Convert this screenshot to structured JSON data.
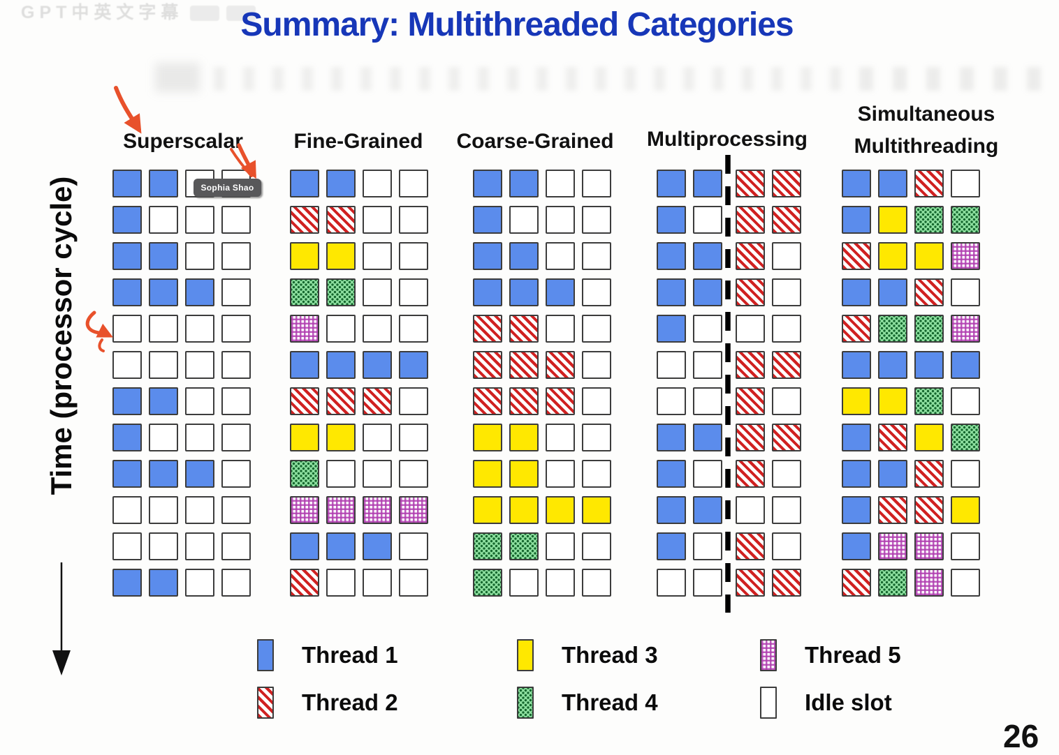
{
  "title": "Summary: Multithreaded Categories",
  "watermark": "GPT中英文字幕",
  "time_axis": {
    "label": "Time (processor cycle)"
  },
  "tooltip": {
    "text": "Sophia Shao"
  },
  "page_number": "26",
  "machines": [
    {
      "id": "superscalar",
      "label": "Superscalar",
      "grid": [
        [
          "T1",
          "T1",
          "I",
          "I"
        ],
        [
          "T1",
          "I",
          "I",
          "I"
        ],
        [
          "T1",
          "T1",
          "I",
          "I"
        ],
        [
          "T1",
          "T1",
          "T1",
          "I"
        ],
        [
          "I",
          "I",
          "I",
          "I"
        ],
        [
          "I",
          "I",
          "I",
          "I"
        ],
        [
          "T1",
          "T1",
          "I",
          "I"
        ],
        [
          "T1",
          "I",
          "I",
          "I"
        ],
        [
          "T1",
          "T1",
          "T1",
          "I"
        ],
        [
          "I",
          "I",
          "I",
          "I"
        ],
        [
          "I",
          "I",
          "I",
          "I"
        ],
        [
          "T1",
          "T1",
          "I",
          "I"
        ]
      ]
    },
    {
      "id": "fine-grained",
      "label": "Fine-Grained",
      "grid": [
        [
          "T1",
          "T1",
          "I",
          "I"
        ],
        [
          "T2",
          "T2",
          "I",
          "I"
        ],
        [
          "T3",
          "T3",
          "I",
          "I"
        ],
        [
          "T4",
          "T4",
          "I",
          "I"
        ],
        [
          "T5",
          "I",
          "I",
          "I"
        ],
        [
          "T1",
          "T1",
          "T1",
          "T1"
        ],
        [
          "T2",
          "T2",
          "T2",
          "I"
        ],
        [
          "T3",
          "T3",
          "I",
          "I"
        ],
        [
          "T4",
          "I",
          "I",
          "I"
        ],
        [
          "T5",
          "T5",
          "T5",
          "T5"
        ],
        [
          "T1",
          "T1",
          "T1",
          "I"
        ],
        [
          "T2",
          "I",
          "I",
          "I"
        ]
      ]
    },
    {
      "id": "coarse-grained",
      "label": "Coarse-Grained",
      "grid": [
        [
          "T1",
          "T1",
          "I",
          "I"
        ],
        [
          "T1",
          "I",
          "I",
          "I"
        ],
        [
          "T1",
          "T1",
          "I",
          "I"
        ],
        [
          "T1",
          "T1",
          "T1",
          "I"
        ],
        [
          "T2",
          "T2",
          "I",
          "I"
        ],
        [
          "T2",
          "T2",
          "T2",
          "I"
        ],
        [
          "T2",
          "T2",
          "T2",
          "I"
        ],
        [
          "T3",
          "T3",
          "I",
          "I"
        ],
        [
          "T3",
          "T3",
          "I",
          "I"
        ],
        [
          "T3",
          "T3",
          "T3",
          "T3"
        ],
        [
          "T4",
          "T4",
          "I",
          "I"
        ],
        [
          "T4",
          "I",
          "I",
          "I"
        ]
      ]
    },
    {
      "id": "multiprocessing",
      "label": "Multiprocessing",
      "divider": true,
      "grid": [
        [
          "T1",
          "T1",
          "T2",
          "T2"
        ],
        [
          "T1",
          "I",
          "T2",
          "T2"
        ],
        [
          "T1",
          "T1",
          "T2",
          "I"
        ],
        [
          "T1",
          "T1",
          "T2",
          "I"
        ],
        [
          "T1",
          "I",
          "I",
          "I"
        ],
        [
          "I",
          "I",
          "T2",
          "T2"
        ],
        [
          "I",
          "I",
          "T2",
          "I"
        ],
        [
          "T1",
          "T1",
          "T2",
          "T2"
        ],
        [
          "T1",
          "I",
          "T2",
          "I"
        ],
        [
          "T1",
          "T1",
          "I",
          "I"
        ],
        [
          "T1",
          "I",
          "T2",
          "I"
        ],
        [
          "I",
          "I",
          "T2",
          "T2"
        ]
      ]
    },
    {
      "id": "smt",
      "label": "Simultaneous",
      "label2": "Multithreading",
      "grid": [
        [
          "T1",
          "T1",
          "T2",
          "I"
        ],
        [
          "T1",
          "T3",
          "T4",
          "T4"
        ],
        [
          "T2",
          "T3",
          "T3",
          "T5"
        ],
        [
          "T1",
          "T1",
          "T2",
          "I"
        ],
        [
          "T2",
          "T4",
          "T4",
          "T5"
        ],
        [
          "T1",
          "T1",
          "T1",
          "T1"
        ],
        [
          "T3",
          "T3",
          "T4",
          "I"
        ],
        [
          "T1",
          "T2",
          "T3",
          "T4"
        ],
        [
          "T1",
          "T1",
          "T2",
          "I"
        ],
        [
          "T1",
          "T2",
          "T2",
          "T3"
        ],
        [
          "T1",
          "T5",
          "T5",
          "I"
        ],
        [
          "T2",
          "T4",
          "T5",
          "I"
        ]
      ]
    }
  ],
  "legend": {
    "items": [
      {
        "code": "T1",
        "label": "Thread 1"
      },
      {
        "code": "T2",
        "label": "Thread 2"
      },
      {
        "code": "T3",
        "label": "Thread 3"
      },
      {
        "code": "T4",
        "label": "Thread 4"
      },
      {
        "code": "T5",
        "label": "Thread 5"
      },
      {
        "code": "I",
        "label": "Idle slot"
      }
    ]
  },
  "colors": {
    "title": "#1737b8",
    "thread1": "#5b8cec",
    "thread2_stripe": "#d02121",
    "thread3": "#ffe800",
    "thread4_dot": "#15672e",
    "thread4_bg": "#8ee0a0",
    "thread5": "#b03eb0",
    "idle": "#ffffff",
    "cell_border": "#3c3c3c",
    "annotation_arrow": "#e8512b",
    "divider": "#000000"
  }
}
